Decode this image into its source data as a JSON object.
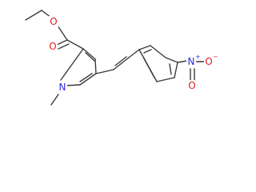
{
  "molecule": {
    "atoms": {
      "ester_carbonyl_oxygen": "O",
      "ester_ether_oxygen": "O",
      "pyrrole_nitrogen": "N",
      "nitro_nitrogen": "N",
      "nitro_oxygen_single": "O",
      "nitro_oxygen_double": "O"
    },
    "charges": {
      "nitro_nitrogen": "+",
      "nitro_oxygen_single": "−"
    },
    "colors": {
      "bond": "#3a3a3a",
      "oxygen": "#e11a1a",
      "nitrogen": "#2a2adf",
      "background": "#ffffff"
    }
  }
}
